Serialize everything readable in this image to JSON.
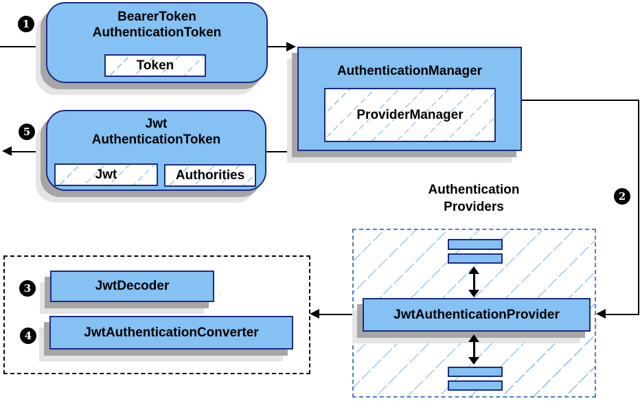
{
  "colors": {
    "node-fill": "#85c1f2",
    "node-border": "#1b2a80",
    "hatch-line": "#9cc5ea",
    "group-border": "#4d7ebf",
    "shadow-dark": "#a6a6a6",
    "shadow-light": "#e4e4e4",
    "line": "#000000",
    "badge-bg": "#000000",
    "badge-text": "#ffffff"
  },
  "nodes": {
    "bearer_token": {
      "title1": "BearerToken",
      "title2": "AuthenticationToken",
      "chip": "Token"
    },
    "authentication_manager": {
      "title": "AuthenticationManager",
      "chip": "ProviderManager"
    },
    "jwt_authentication_token": {
      "title1": "Jwt",
      "title2": "AuthenticationToken",
      "chip1": "Jwt",
      "chip2": "Authorities"
    },
    "providers_group": {
      "label1": "Authentication",
      "label2": "Providers"
    },
    "jwt_authentication_provider": {
      "label": "JwtAuthenticationProvider"
    },
    "jwt_decoder": {
      "label": "JwtDecoder"
    },
    "jwt_authentication_converter": {
      "label": "JwtAuthenticationConverter"
    }
  },
  "badges": {
    "step1": "1",
    "step2": "2",
    "step3": "3",
    "step4": "4",
    "step5": "5"
  }
}
